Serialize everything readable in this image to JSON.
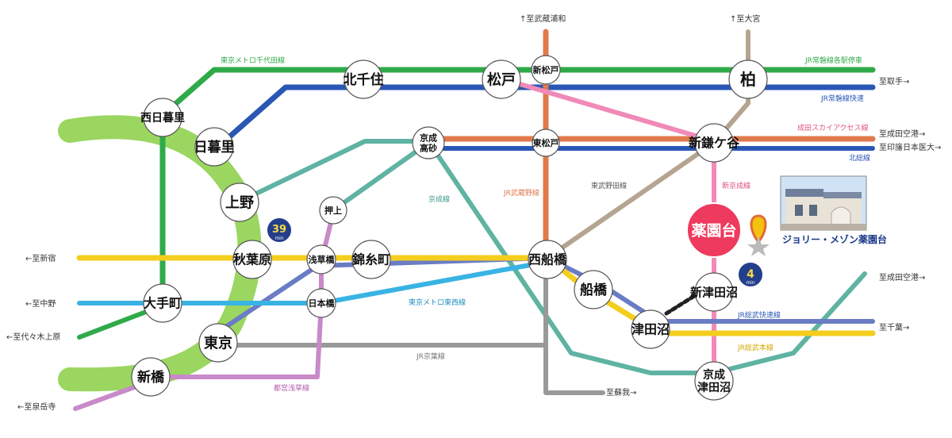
{
  "colors": {
    "chiyoda": "#2faa4a",
    "joban_local": "#2faa4a",
    "joban_rapid": "#2a57b5",
    "sky_access": "#e07a4c",
    "hokuso": "#2a57b5",
    "musashino": "#e07a4c",
    "keisei": "#5fb3a3",
    "tobu_noda": "#b5a590",
    "shin_keisei": "#f08ab8",
    "sobu_rapid": "#6a7cc4",
    "sobu_local": "#f5cd1e",
    "tozai": "#39b3e3",
    "keiyo": "#999999",
    "asakusa": "#c88ac8",
    "yamanote": "#8fd14f",
    "property": "#ee3a5e"
  },
  "stations": {
    "kitasenju": "北千住",
    "matsudo": "松戸",
    "shinmatsudo": "新松戸",
    "kashiwa": "柏",
    "nishinippori": "西日暮里",
    "nippori": "日暮里",
    "keisei_takasago": "京成\n高砂",
    "higashimatsudo": "東松戸",
    "shinkamagaya": "新鎌ケ谷",
    "ueno": "上野",
    "oshiage": "押上",
    "yakuendai": "薬園台",
    "akihabara": "秋葉原",
    "asakusabashi": "浅草橋",
    "kinshicho": "錦糸町",
    "nishifunabashi": "西船橋",
    "funabashi": "船橋",
    "shintsudanuma": "新津田沼",
    "otemachi": "大手町",
    "nihonbashi": "日本橋",
    "tsudanuma": "津田沼",
    "tokyo": "東京",
    "shinbashi": "新橋",
    "keisei_tsudanuma": "京成\n津田沼"
  },
  "badges": {
    "akihabara_minutes": "39",
    "yakuendai_minutes": "4",
    "unit": "min"
  },
  "line_labels": {
    "chiyoda": "東京メトロ千代田線",
    "joban_local": "JR常磐線各駅停車",
    "joban_rapid": "JR常磐線快速",
    "sky_access": "成田スカイアクセス線",
    "hokuso": "北総線",
    "tobu_noda": "東武野田線",
    "shin_keisei": "新京成線",
    "musashino": "JR武蔵野線",
    "keisei": "京成線",
    "tozai": "東京メトロ東西線",
    "sobu_rapid": "JR総武快速線",
    "sobu_local": "JR総武本線",
    "keiyo": "JR京葉線",
    "asakusa": "都営浅草線"
  },
  "directions": {
    "musashi_urawa": "↑至武蔵浦和",
    "omiya": "↑至大宮",
    "toride": "至取手→",
    "narita_airport_1": "至成田空港→",
    "inba": "至印旛日本医大→",
    "shinjuku": "←至新宿",
    "nakano": "←至中野",
    "yoyogi_uehara": "←至代々木上原",
    "sengakuji": "←至泉岳寺",
    "soga": "至蘇我→",
    "narita_airport_2": "至成田空港→",
    "chiba": "至千葉→"
  },
  "property": {
    "name": "ジョリー・メゾン薬園台"
  }
}
